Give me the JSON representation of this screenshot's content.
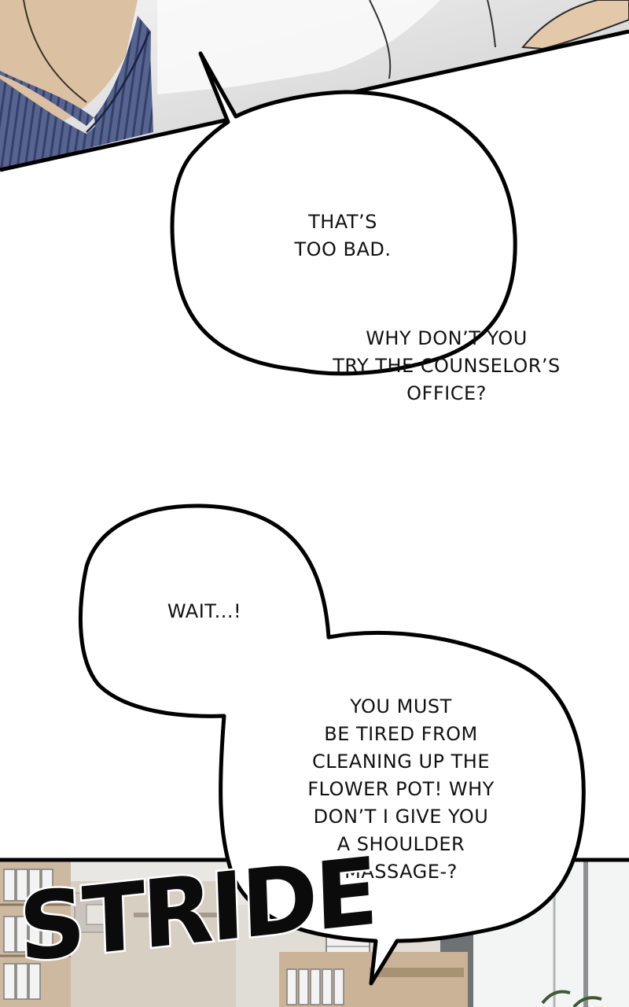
{
  "bubbles": {
    "top": {
      "line1": "THAT’S",
      "line2": "TOO BAD."
    },
    "overflow": {
      "line1": "WHY DON’T YOU",
      "line2": "TRY THE COUNSELOR’S",
      "line3": "OFFICE?"
    },
    "wait": {
      "line1": "WAIT...!"
    },
    "massage": {
      "line1": "YOU MUST",
      "line2": "BE TIRED FROM",
      "line3": "CLEANING UP THE",
      "line4": "FLOWER POT! WHY",
      "line5": "DON’T I GIVE YOU",
      "line6": "A SHOULDER",
      "line7": "MASSAGE-?"
    }
  },
  "sfx": {
    "text": "STRIDE"
  },
  "colors": {
    "ink": "#111111",
    "jacket_stripe": "#4b5a86",
    "skin": "#dcc0a2",
    "office_wall": "#e9e7e4",
    "shelf_wood": "#c7b39b"
  }
}
